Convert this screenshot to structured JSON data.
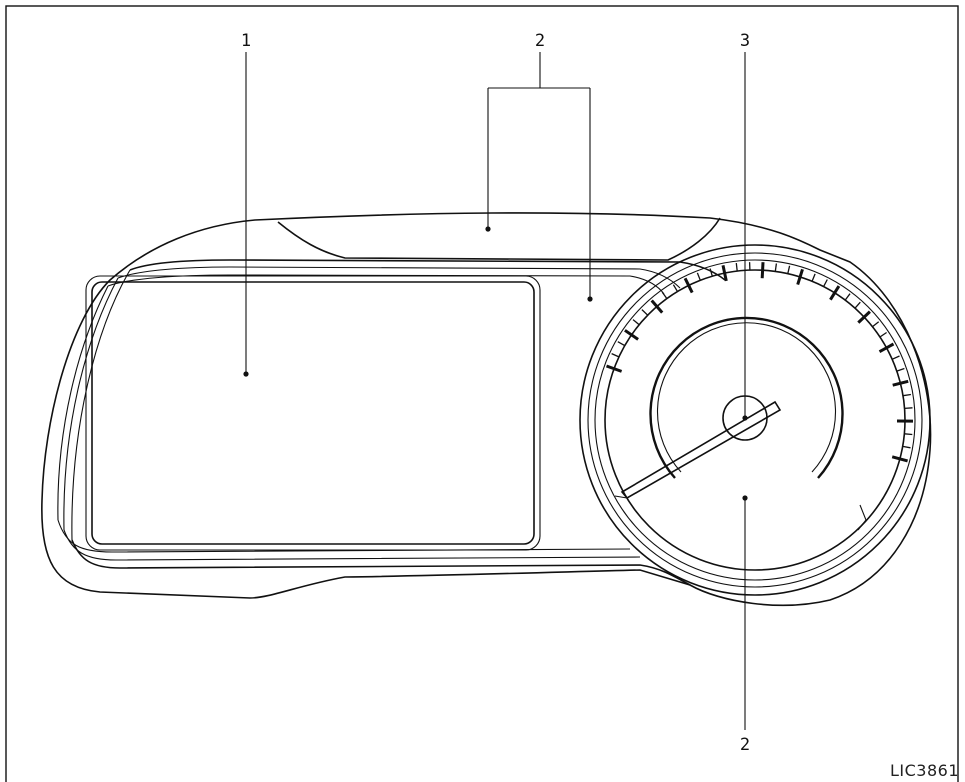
{
  "diagram": {
    "callouts": {
      "c1": "1",
      "c2_top": "2",
      "c3": "3",
      "c2_bottom": "2"
    },
    "reference_code": "LIC3861"
  },
  "colors": {
    "line": "#111111",
    "background": "#ffffff"
  }
}
